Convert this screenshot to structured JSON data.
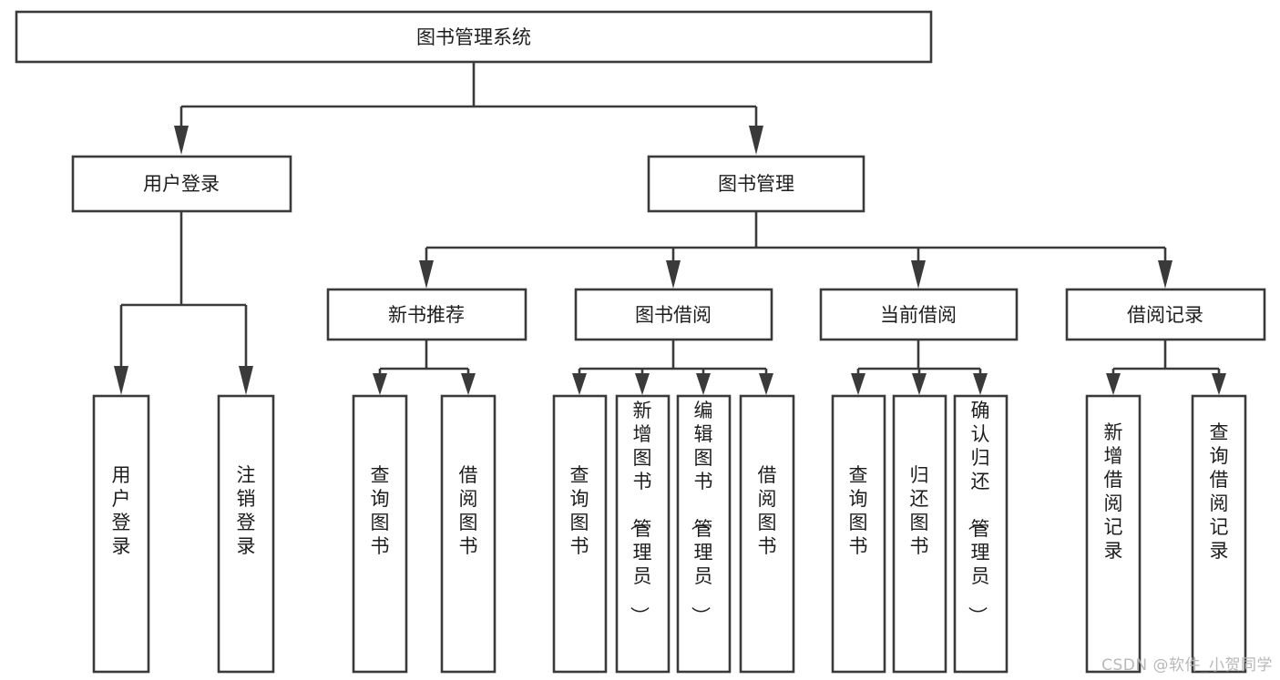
{
  "diagram": {
    "type": "tree-hierarchy",
    "title": "图书管理系统",
    "watermark": "CSDN @软件_小贺同学",
    "colors": {
      "stroke": "#3a3a3a",
      "box_fill": "#ffffff",
      "text": "#1d1d1d",
      "background": "#ffffff",
      "watermark": "#b8b8b8"
    },
    "levels": {
      "level1": [
        "图书管理系统"
      ],
      "level2": [
        "用户登录",
        "图书管理"
      ],
      "level3": [
        "新书推荐",
        "图书借阅",
        "当前借阅",
        "借阅记录"
      ],
      "level4": [
        "用户登录",
        "注销登录",
        "查询图书",
        "借阅图书",
        "查询图书",
        "新增图书（管理员）",
        "编辑图书（管理员）",
        "借阅图书",
        "查询图书",
        "归还图书",
        "确认归还（管理员）",
        "新增借阅记录",
        "查询借阅记录"
      ]
    },
    "root": {
      "id": "root",
      "label": "图书管理系统"
    },
    "branches": [
      {
        "id": "user-login",
        "label": "用户登录",
        "children": [
          {
            "id": "user-login-leaf",
            "label": "用户登录"
          },
          {
            "id": "user-logout-leaf",
            "label": "注销登录"
          }
        ]
      },
      {
        "id": "book-management",
        "label": "图书管理",
        "children": [
          {
            "id": "new-book-recommend",
            "label": "新书推荐",
            "children": [
              {
                "id": "query-book-1",
                "label": "查询图书"
              },
              {
                "id": "borrow-book-1",
                "label": "借阅图书"
              }
            ]
          },
          {
            "id": "book-borrow",
            "label": "图书借阅",
            "children": [
              {
                "id": "query-book-2",
                "label": "查询图书"
              },
              {
                "id": "add-book-admin",
                "label": "新增图书（管理员）"
              },
              {
                "id": "edit-book-admin",
                "label": "编辑图书（管理员）"
              },
              {
                "id": "borrow-book-2",
                "label": "借阅图书"
              }
            ]
          },
          {
            "id": "current-borrow",
            "label": "当前借阅",
            "children": [
              {
                "id": "query-book-3",
                "label": "查询图书"
              },
              {
                "id": "return-book",
                "label": "归还图书"
              },
              {
                "id": "confirm-return-admin",
                "label": "确认归还（管理员）"
              }
            ]
          },
          {
            "id": "borrow-record",
            "label": "借阅记录",
            "children": [
              {
                "id": "add-borrow-record",
                "label": "新增借阅记录"
              },
              {
                "id": "query-borrow-record",
                "label": "查询借阅记录"
              }
            ]
          }
        ]
      }
    ]
  }
}
